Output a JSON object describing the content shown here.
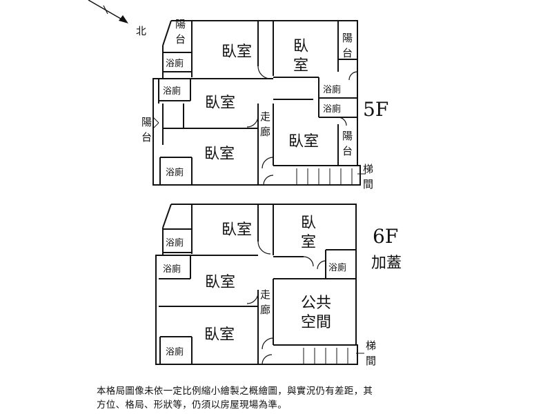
{
  "compass": {
    "north_label": "北"
  },
  "floor5": {
    "floor_label": "5F",
    "rooms": {
      "bedroom_top_left": "臥室",
      "bedroom_top_right_l1": "臥",
      "bedroom_top_right_l2": "室",
      "bedroom_mid_left": "臥室",
      "bedroom_bottom_left": "臥室",
      "bedroom_mid_right": "臥室",
      "balcony_top_left_l1": "陽",
      "balcony_top_left_l2": "台",
      "balcony_top_right_l1": "陽",
      "balcony_top_right_l2": "台",
      "balcony_left_l1": "陽",
      "balcony_left_l2": "台",
      "balcony_right_l1": "陽",
      "balcony_right_l2": "台",
      "bath_1": "浴廁",
      "bath_2": "浴廁",
      "bath_3": "浴廁",
      "bath_4": "浴廁",
      "bath_5": "浴廁",
      "corridor_l1": "走",
      "corridor_l2": "廊",
      "stairs_l1": "梯",
      "stairs_l2": "間"
    }
  },
  "floor6": {
    "floor_label": "6F",
    "addition_label": "加蓋",
    "rooms": {
      "bedroom_top_left": "臥室",
      "bedroom_top_right_l1": "臥",
      "bedroom_top_right_l2": "室",
      "bedroom_mid_left": "臥室",
      "bedroom_bottom_left": "臥室",
      "public_space_l1": "公共",
      "public_space_l2": "空間",
      "bath_1": "浴廁",
      "bath_2": "浴廁",
      "bath_3": "浴廁",
      "bath_4": "浴廁",
      "corridor_l1": "走",
      "corridor_l2": "廊",
      "stairs_l1": "梯",
      "stairs_l2": "間"
    }
  },
  "disclaimer": {
    "line1": "本格局圖像未依一定比例縮小繪製之概繪圖，與實況仍有差距，其",
    "line2": "方位、格局、形狀等，仍須以房屋現場為準。"
  }
}
